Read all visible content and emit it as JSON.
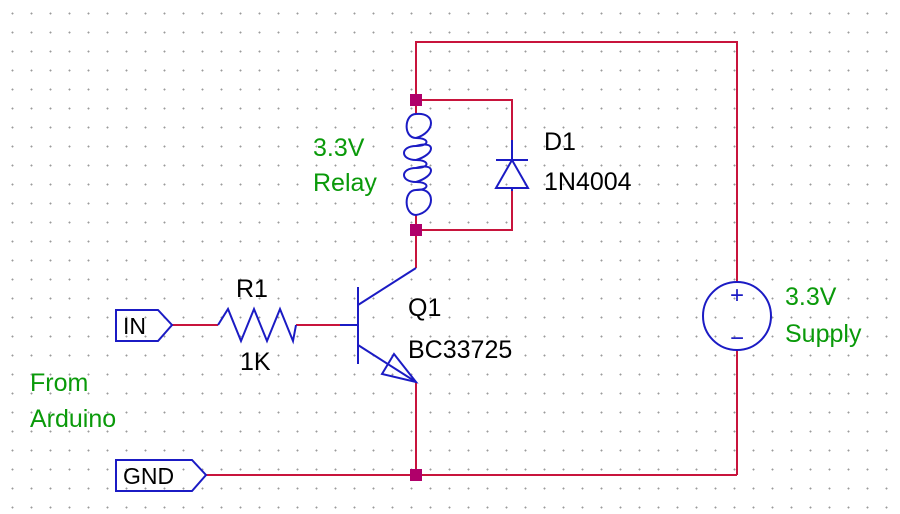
{
  "components": {
    "relay": {
      "label_line1": "3.3V",
      "label_line2": "Relay"
    },
    "diode": {
      "ref": "D1",
      "part": "1N4004"
    },
    "resistor": {
      "ref": "R1",
      "value": "1K"
    },
    "transistor": {
      "ref": "Q1",
      "part": "BC33725"
    },
    "supply": {
      "label_line1": "3.3V",
      "label_line2": "Supply",
      "plus": "+",
      "minus": "−"
    }
  },
  "ports": {
    "in": {
      "label": "IN"
    },
    "gnd": {
      "label": "GND"
    }
  },
  "notes": {
    "source_line1": "From",
    "source_line2": "Arduino"
  },
  "colors": {
    "wire": "#c8143c",
    "symbol": "#1b1bc4",
    "junction": "#b0006a",
    "component_label": "#000000",
    "annotation": "#0a9a0a"
  }
}
